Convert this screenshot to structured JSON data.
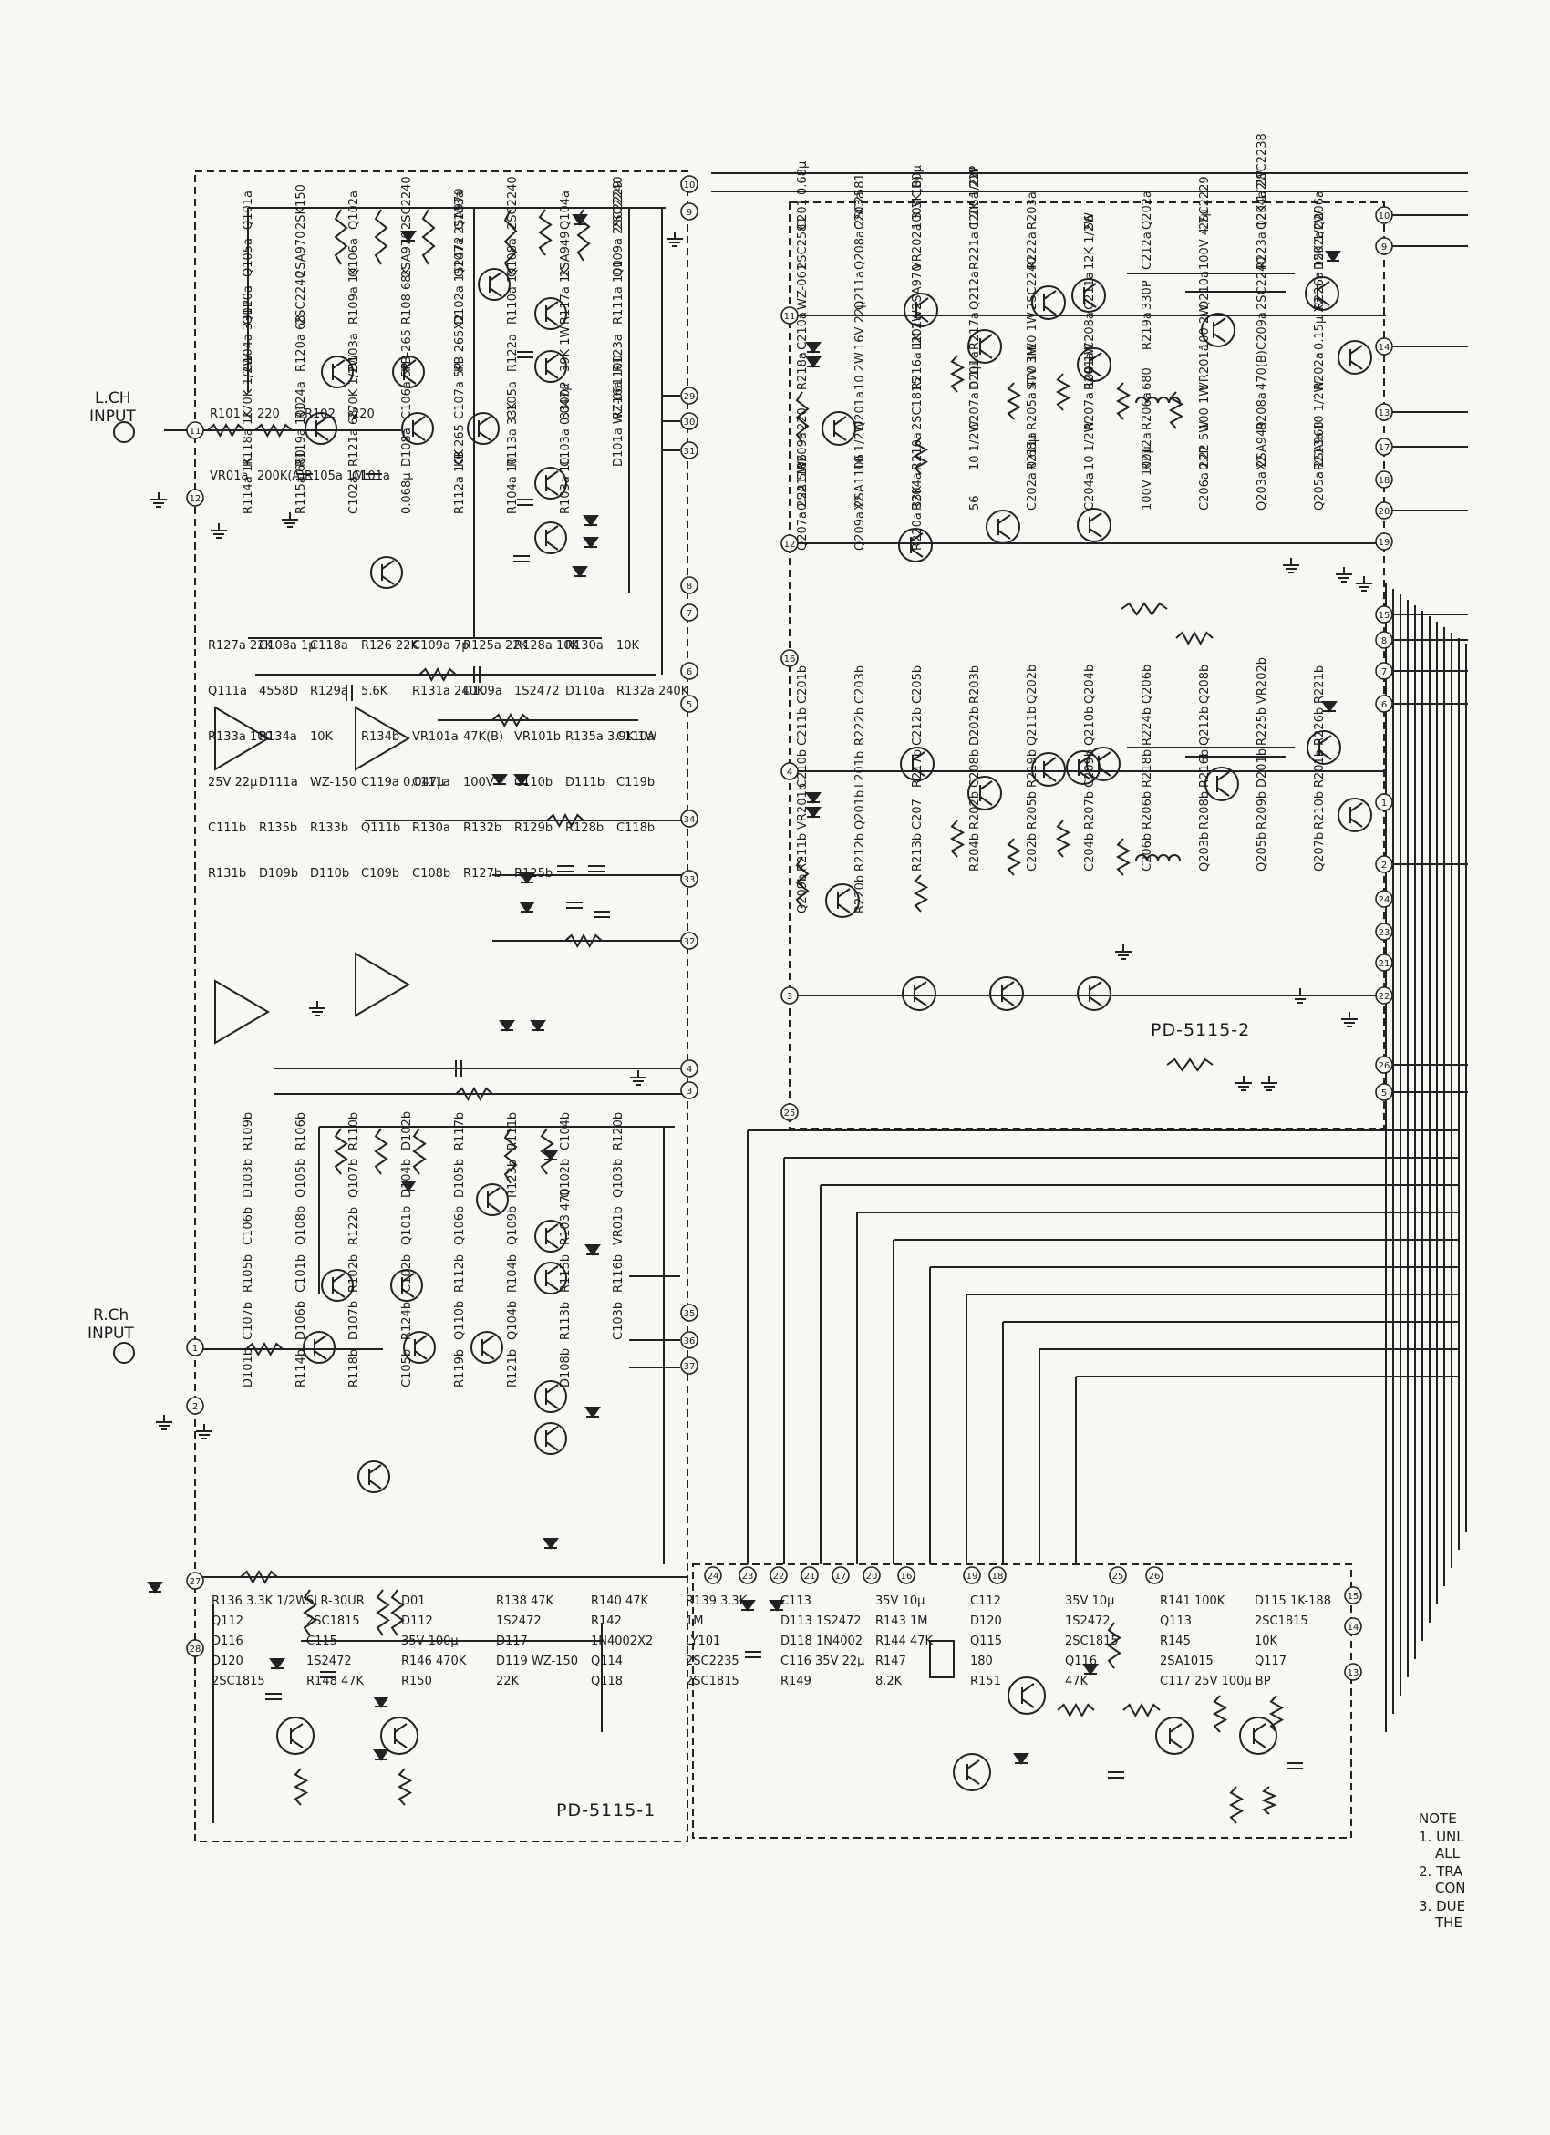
{
  "inputs": {
    "left_line1": "L.CH",
    "left_line2": "INPUT",
    "right_line1": "R.Ch",
    "right_line2": "INPUT"
  },
  "boards": {
    "pd_5115_1": "PD-5115-1",
    "pd_5115_2": "PD-5115-2"
  },
  "note": {
    "title": "NOTE",
    "lines": [
      "1. UNL",
      "ALL",
      "2. TRA",
      "CON",
      "3. DUE",
      "THE"
    ]
  },
  "components": {
    "input_a": [
      "R101",
      "220",
      "R102",
      "220",
      "VR01a",
      "200K(A)",
      "R105a 1M",
      "C101a"
    ],
    "pre_a": [
      "Q101a",
      "2SK150",
      "Q102a",
      "2SC2240",
      "Q103a",
      "2SC2240",
      "Q104a",
      "2SC2240",
      "Q105a",
      "2SA970",
      "Q106a",
      "2SA970",
      "Q107a 2SA970",
      "Q108a",
      "2SA949",
      "Q109a 2SC2229",
      "Q110a",
      "2SC2240",
      "R109a 1K",
      "R108 68K",
      "D102a 1S2472",
      "R110a 1K",
      "R117a 1K",
      "R111a 100",
      "C104a 330P",
      "R120a 68",
      "D103a",
      "KB-265",
      "KB 265X2",
      "R122a",
      "39K 1W",
      "R123a",
      "270K 1/2W",
      "R124a",
      "270K 1/2W",
      "C106a 5P",
      "C107a 5P",
      "C105a",
      "3300P",
      "R116a 100",
      "R118a 1K",
      "R119a 100",
      "R121a 68",
      "D108a",
      "KB-265",
      "R113a 33K",
      "C103a 0.047μ",
      "D101a WZ-061",
      "R114a 1K",
      "R115a 680",
      "C102a",
      "0.068μ",
      "R112a 10K",
      "R104a 10",
      "R103a 10"
    ],
    "power_amp_a": [
      "C201 0.68μ",
      "C203a",
      "100V 100μ",
      "C205a 22P",
      "R203a",
      "56",
      "Q202a",
      "2SC2229",
      "Q204a 2SC2238",
      "Q206a",
      "2SC2581",
      "Q208a 2SC2581",
      "VR202a 3.3K(B)",
      "R221a 1.2K 1/2W",
      "R222a",
      "12K 1/2W",
      "C212a",
      "100V 4.7μ",
      "R223a 12K 1/2W",
      "D202a",
      "WZ-061",
      "Q211a",
      "2SA970",
      "Q212a",
      "2SC2240",
      "C211a",
      "330P",
      "Q210a",
      "2SC2240",
      "R226a 15K 1/2W",
      "C210a",
      "16V 22μ",
      "L201a",
      "R217a",
      "10 1W",
      "C208a",
      "R219a",
      "100 2W",
      "C209a",
      "0.15μ X2",
      "R218a",
      "10 2W",
      "R216a 1K 2W",
      "D201a",
      "STV 3H",
      "R201a",
      "680",
      "VR201a",
      "470(B)",
      "R202a",
      "220",
      "Q201a",
      "2SC1815",
      "C207a 0.1μ",
      "R205a 470 1W",
      "R207a 100 1W",
      "R206a",
      "100 1W",
      "R208a",
      "10 1/2W",
      "R209a",
      "10 1/2W",
      "R210a",
      "10 1/2W",
      "R211a",
      "10 1/2W",
      "R212a",
      "0.22 5W",
      "X2",
      "R213a",
      "0.22 5W",
      "X2",
      "R204a",
      "56",
      "C202a 0.68μ",
      "C204a",
      "100V 100μ",
      "C206a 22P",
      "Q203a 2SA949",
      "Q205a 2SA968",
      "Q207a 2SA1106",
      "Q209a 2SA1106",
      "R220a 33K"
    ],
    "power_amp_b": [
      "C201b",
      "C203b",
      "C205b",
      "R203b",
      "Q202b",
      "Q204b",
      "Q206b",
      "Q208b",
      "VR202b",
      "R221b",
      "C211b",
      "R222b",
      "C212b",
      "D202b",
      "Q211b",
      "Q210b",
      "R224b",
      "Q212b",
      "R225b",
      "R226b",
      "C210b",
      "L201b",
      "R217b",
      "C208b",
      "R219b",
      "C209b",
      "R218b",
      "R216b",
      "D201b",
      "R201b",
      "VR201b",
      "Q201b",
      "C207",
      "R202b",
      "R205b",
      "R207b",
      "R206b",
      "R208b",
      "R209b",
      "R210b",
      "R211b",
      "R212b",
      "R213b",
      "R204b",
      "C202b",
      "C204b",
      "C206b",
      "Q203b",
      "Q205b",
      "Q207b",
      "Q209b",
      "R220b"
    ],
    "eq_stage": [
      "R127a 22K",
      "C108a 1μ",
      "C118a",
      "R126 22K",
      "C109a 7p",
      "R125a 22K",
      "R128a 10K",
      "R130a",
      "10K",
      "Q111a",
      "4558D",
      "R129a",
      "5.6K",
      "R131a 240K",
      "D109a",
      "1S2472",
      "D110a",
      "R132a 240K",
      "R133a 100",
      "R134a",
      "10K",
      "R134b",
      "VR101a",
      "47K(B)",
      "VR101b",
      "R135a 3.9K 1W",
      "C110a",
      "25V 22μ",
      "D111a",
      "WZ-150",
      "C119a 0.047μ",
      "C111a",
      "100V",
      "C110b",
      "D111b",
      "C119b",
      "C111b",
      "R135b",
      "R133b",
      "Q111b",
      "R130a",
      "R132b",
      "R129b",
      "R128b",
      "C118b",
      "R131b",
      "D109b",
      "D110b",
      "C109b",
      "C108b",
      "R127b",
      "R125b"
    ],
    "pre_b": [
      "R109b",
      "R106b",
      "R110b",
      "D102b",
      "R117b",
      "R111b",
      "C104b",
      "R120b",
      "D103b",
      "Q105b",
      "Q107b",
      "D104b",
      "D105b",
      "R123b",
      "Q102b",
      "Q103b",
      "C106b",
      "Q108b",
      "R122b",
      "Q101b",
      "Q106b",
      "Q109b",
      "R103 470",
      "VR01b",
      "R105b",
      "C101b",
      "R102b",
      "C102b",
      "R112b",
      "R104b",
      "R115b",
      "R116b",
      "C107b",
      "D106b",
      "D107b",
      "R124b",
      "Q110b",
      "Q104b",
      "R113b",
      "C103b",
      "D101b",
      "R114b",
      "R118b",
      "C105b",
      "R119b",
      "R121b",
      "D108b"
    ],
    "protection": [
      "R136 3.3K 1/2W",
      "SLR-30UR",
      "D01",
      "R138 47K",
      "R140 47K",
      "R139 3.3K",
      "C113",
      "35V 10μ",
      "C112",
      "35V 10μ",
      "R141 100K",
      "D115 1K-188",
      "Q112",
      "2SC1815",
      "D112",
      "1S2472",
      "R142",
      "1M",
      "D113 1S2472",
      "R143 1M",
      "D120",
      "1S2472",
      "Q113",
      "2SC1815",
      "D116",
      "C115",
      "35V 100μ",
      "D117",
      "1N4002X2",
      "LY101",
      "D118 1N4002",
      "R144 47K",
      "Q115",
      "2SC1815",
      "R145",
      "10K",
      "D120",
      "1S2472",
      "R146 470K",
      "D119 WZ-150",
      "Q114",
      "2SC2235",
      "C116 35V 22μ",
      "R147",
      "180",
      "Q116",
      "2SA1015",
      "Q117",
      "2SC1815",
      "R148 47K",
      "R150",
      "22K",
      "Q118",
      "2SC1815",
      "R149",
      "8.2K",
      "R151",
      "47K",
      "C117 25V 100μ BP"
    ]
  },
  "terminals": {
    "left_board_a": [
      "10",
      "9",
      "11",
      "12",
      "8",
      "7",
      "6",
      "5",
      "29",
      "30",
      "31",
      "34",
      "33",
      "32",
      "4",
      "3"
    ],
    "left_board_b": [
      "35",
      "36",
      "37",
      "1",
      "2",
      "27",
      "28"
    ],
    "bottom_row": [
      "24",
      "23",
      "22",
      "21",
      "17",
      "20",
      "16",
      "19",
      "18",
      "25",
      "26"
    ],
    "right_board_a": [
      "10",
      "9",
      "14",
      "13",
      "17",
      "18",
      "20",
      "19",
      "15",
      "8",
      "7",
      "6",
      "11",
      "12",
      "16"
    ],
    "right_board_b": [
      "1",
      "2",
      "24",
      "23",
      "21",
      "22",
      "26",
      "5",
      "4",
      "3",
      "25"
    ],
    "bottom_right": [
      "15",
      "14",
      "13"
    ]
  }
}
